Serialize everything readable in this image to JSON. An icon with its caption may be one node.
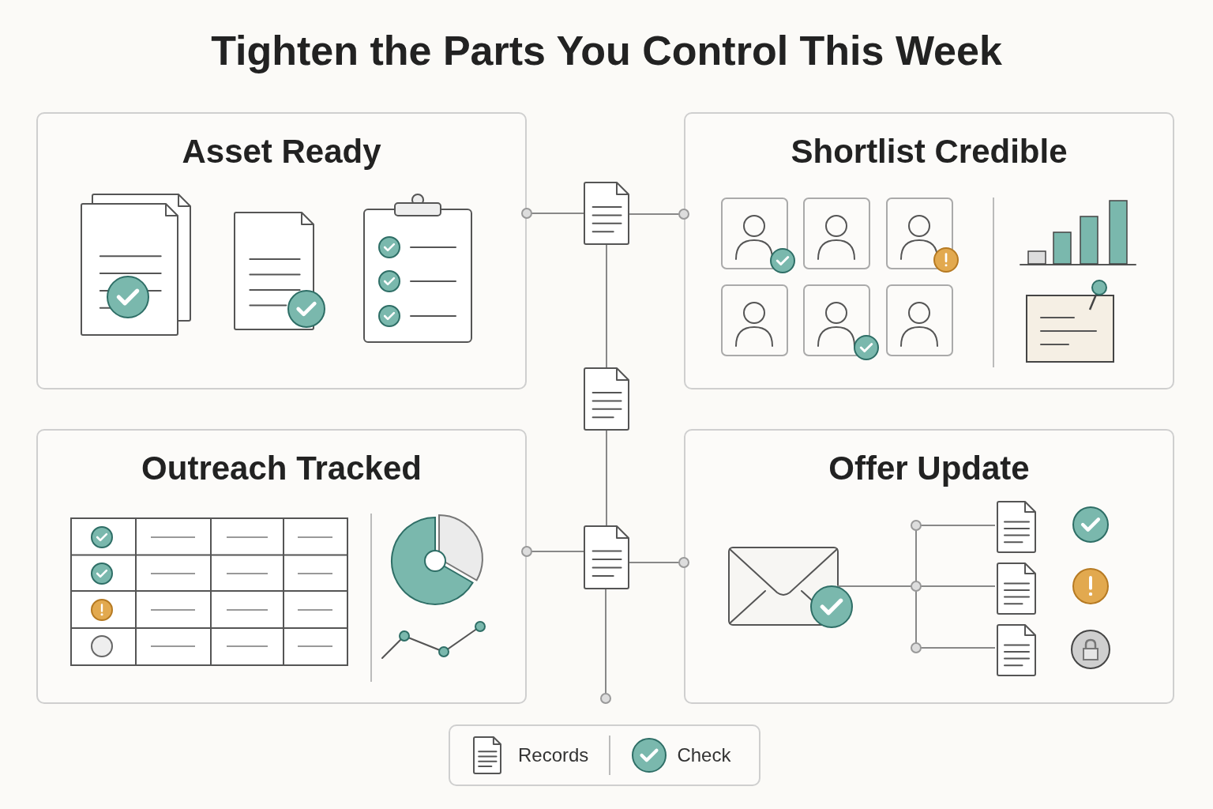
{
  "diagram": {
    "title": "Tighten the Parts You Control This Week",
    "nodes": [
      {
        "text": [
          "Asset Ready"
        ]
      },
      {
        "text": [
          "Shortlist Credible"
        ]
      },
      {
        "text": [
          "Outreach Tracked"
        ]
      },
      {
        "text": [
          "Offer Update"
        ]
      },
      {
        "text": [],
        "shape": "document"
      },
      {
        "text": [],
        "shape": "document"
      },
      {
        "text": [],
        "shape": "document"
      },
      {
        "text": [],
        "shape": "envelope",
        "in": 3
      },
      {
        "text": [],
        "shape": "document",
        "in": 3
      },
      {
        "text": [],
        "shape": "document",
        "in": 3
      },
      {
        "text": [],
        "shape": "document",
        "in": 3
      }
    ],
    "edges": [
      {
        "from": 0,
        "to": 4,
        "arrow": "other"
      },
      {
        "from": 4,
        "to": 1,
        "arrow": "other"
      },
      {
        "from": 4,
        "to": 5,
        "arrow": "none"
      },
      {
        "from": 5,
        "to": 6,
        "arrow": "none"
      },
      {
        "from": 2,
        "to": 6,
        "arrow": "other"
      },
      {
        "from": 6,
        "to": 3,
        "arrow": "other"
      },
      {
        "from": 6,
        "to": null,
        "arrow": "other"
      },
      {
        "from": 7,
        "to": 8,
        "arrow": "none"
      },
      {
        "from": 7,
        "to": 9,
        "arrow": "none"
      },
      {
        "from": 7,
        "to": 10,
        "arrow": "none"
      }
    ],
    "legend": [
      {
        "text": "Records"
      },
      {
        "text": "Check"
      }
    ]
  }
}
